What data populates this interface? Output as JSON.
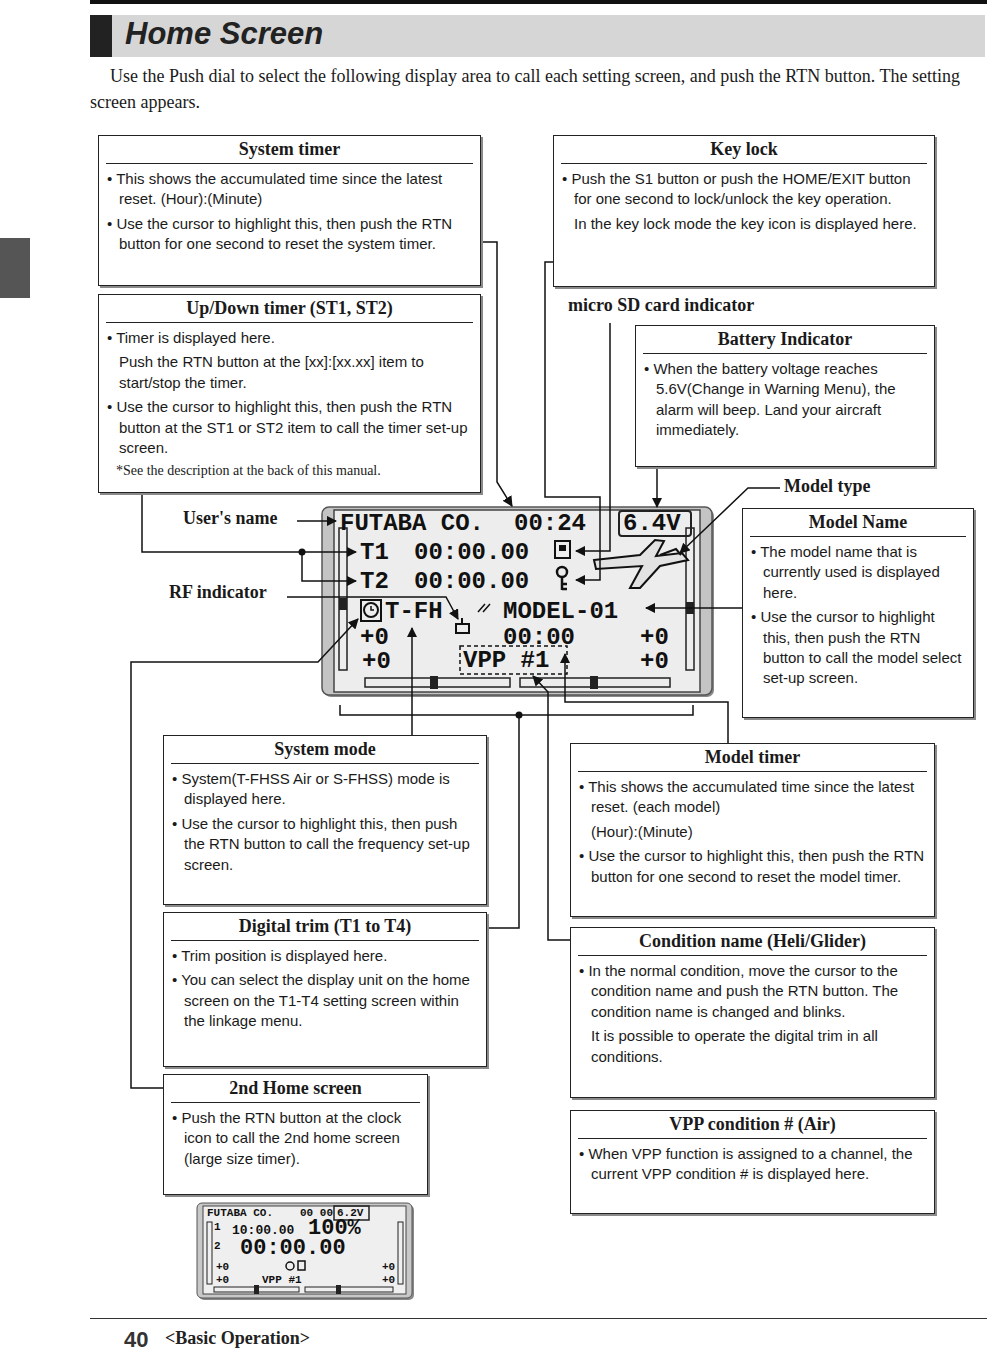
{
  "diagram": {
    "title": "Home Screen",
    "nodes": [
      {
        "text": [
          "System timer",
          "• This shows the accumulated time since the latest reset. (Hour):(Minute)",
          "• Use the cursor to highlight this, then push the RTN button for one second to reset the system timer."
        ]
      },
      {
        "text": [
          "Key lock",
          "• Push the S1 button or push the HOME/EXIT button for one second to lock/unlock the key operation.",
          "In the key lock mode the key icon is displayed here."
        ]
      },
      {
        "text": [
          "Up/Down timer (ST1, ST2)",
          "• Timer is displayed here.",
          "Push the RTN button at the [xx]:[xx.xx] item to start/stop the timer.",
          "• Use the cursor to highlight this, then push the RTN button at the ST1 or ST2 item to call the timer set-up screen.",
          "*See the description at the back of this manual."
        ]
      },
      {
        "text": [
          "Battery Indicator",
          "• When the battery voltage reaches 5.6V(Change in Warning Menu), the alarm will beep. Land your aircraft immediately."
        ]
      },
      {
        "text": [
          "Model Name",
          "• The model name that is currently used is displayed here.",
          "• Use the cursor to highlight this, then push the RTN button to call the model select set-up screen."
        ]
      },
      {
        "text": [
          "System mode",
          "• System(T-FHSS Air or S-FHSS) mode is displayed here.",
          "• Use the cursor to highlight this, then push the RTN button to call the frequency set-up screen."
        ]
      },
      {
        "text": [
          "Model timer",
          "• This shows the accumulated time since the latest reset. (each model)",
          "(Hour):(Minute)",
          "• Use the cursor to highlight this, then push the RTN button for one second to reset the model timer."
        ]
      },
      {
        "text": [
          "Digital trim (T1 to T4)",
          "• Trim position is displayed here.",
          "• You can select the display unit on the home screen on the T1-T4 setting screen within the linkage menu."
        ]
      },
      {
        "text": [
          "Condition name (Heli/Glider)",
          "• In the normal condition, move the cursor to the condition name and push the RTN button. The condition name is changed and blinks.",
          "It is possible to operate the digital trim in all conditions."
        ]
      },
      {
        "text": [
          "2nd Home screen",
          "• Push the RTN button at the clock icon to call the 2nd home screen (large size timer)."
        ]
      },
      {
        "text": [
          "VPP condition # (Air)",
          "• When VPP function is assigned to a channel, the current VPP condition # is displayed here."
        ]
      }
    ],
    "labels": [
      "Use the Push dial to select the following display area to call each setting screen, and push the RTN button. The setting screen appears.",
      "micro SD card indicator",
      "Model type",
      "User's name",
      "RF indicator",
      "FUTABA CO.",
      "00:24",
      "6.4V",
      "T1",
      "00:00.00",
      "T2",
      "00:00.00",
      "T-FH",
      "MODEL-01",
      "+0",
      "00:00",
      "+0",
      "+0",
      "VPP #1",
      "+0",
      "FUTABA CO.",
      "00 00",
      "6.2V",
      "1",
      "10:00.00",
      "100%",
      "2",
      "00:00.00",
      "+0",
      "+0",
      "+0",
      "VPP #1",
      "+0",
      "40",
      "<Basic Operation>"
    ]
  }
}
